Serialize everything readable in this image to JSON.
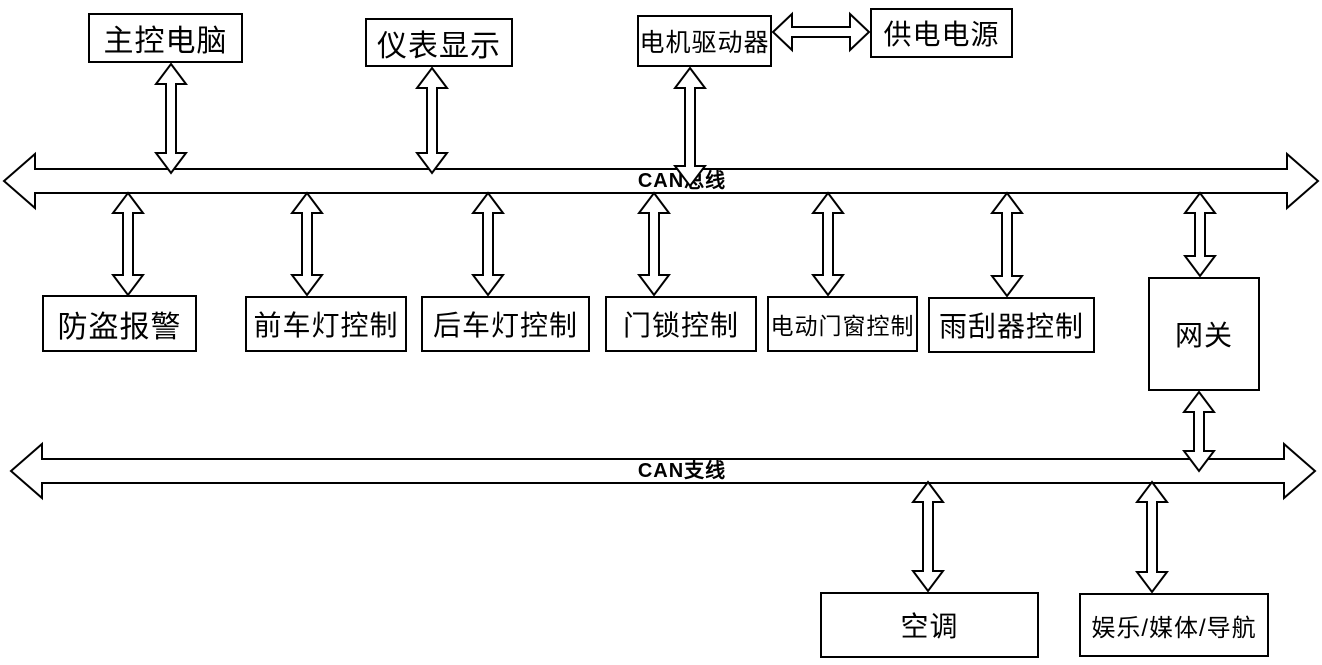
{
  "diagram": {
    "main_bus_label": "CAN总线",
    "branch_bus_label": "CAN支线",
    "nodes": {
      "main_computer": "主控电脑",
      "instrument_display": "仪表显示",
      "motor_driver": "电机驱动器",
      "power_supply": "供电电源",
      "anti_theft_alarm": "防盗报警",
      "front_lamp_control": "前车灯控制",
      "rear_lamp_control": "后车灯控制",
      "door_lock_control": "门锁控制",
      "power_window_control": "电动门窗控制",
      "wiper_control": "雨刮器控制",
      "gateway": "网关",
      "air_conditioner": "空调",
      "entertainment_media_navigation": "娱乐/媒体/导航"
    },
    "colors": {
      "line": "#000000",
      "background": "#ffffff"
    }
  }
}
